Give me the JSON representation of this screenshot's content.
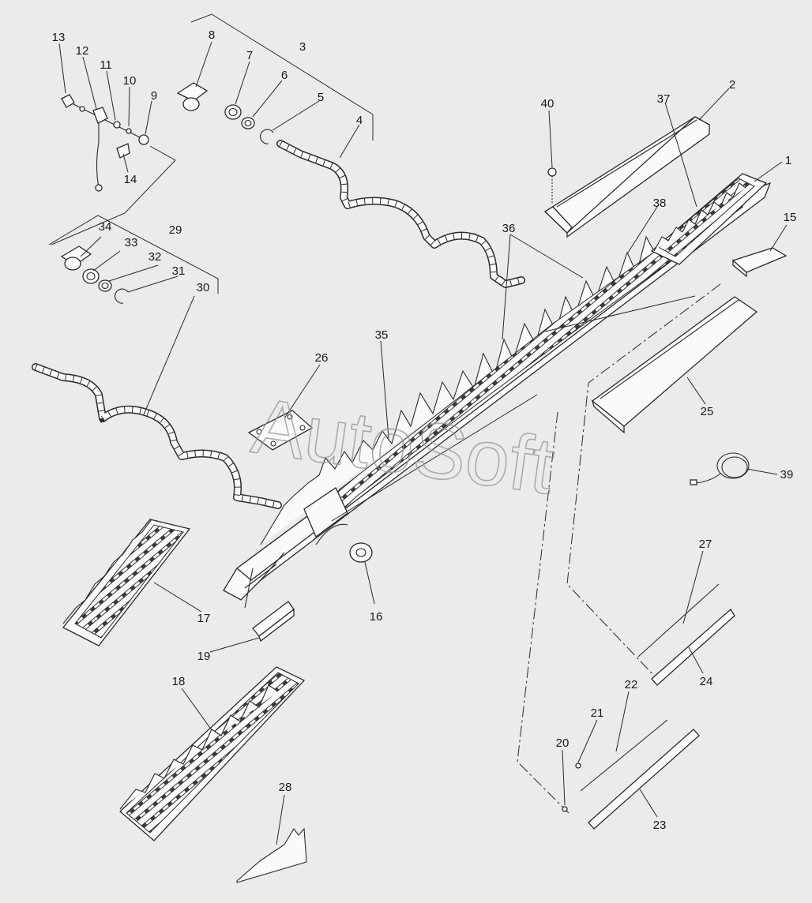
{
  "watermark": "AutoSoft",
  "callouts": [
    {
      "id": "1",
      "label": "1"
    },
    {
      "id": "2",
      "label": "2"
    },
    {
      "id": "3",
      "label": "3"
    },
    {
      "id": "4",
      "label": "4"
    },
    {
      "id": "5",
      "label": "5"
    },
    {
      "id": "6",
      "label": "6"
    },
    {
      "id": "7",
      "label": "7"
    },
    {
      "id": "8",
      "label": "8"
    },
    {
      "id": "9",
      "label": "9"
    },
    {
      "id": "10",
      "label": "10"
    },
    {
      "id": "11",
      "label": "11"
    },
    {
      "id": "12",
      "label": "12"
    },
    {
      "id": "13",
      "label": "13"
    },
    {
      "id": "14",
      "label": "14"
    },
    {
      "id": "15",
      "label": "15"
    },
    {
      "id": "16",
      "label": "16"
    },
    {
      "id": "17",
      "label": "17"
    },
    {
      "id": "18",
      "label": "18"
    },
    {
      "id": "19",
      "label": "19"
    },
    {
      "id": "20",
      "label": "20"
    },
    {
      "id": "21",
      "label": "21"
    },
    {
      "id": "22",
      "label": "22"
    },
    {
      "id": "23",
      "label": "23"
    },
    {
      "id": "24",
      "label": "24"
    },
    {
      "id": "25",
      "label": "25"
    },
    {
      "id": "26",
      "label": "26"
    },
    {
      "id": "27",
      "label": "27"
    },
    {
      "id": "28",
      "label": "28"
    },
    {
      "id": "29",
      "label": "29"
    },
    {
      "id": "30",
      "label": "30"
    },
    {
      "id": "31",
      "label": "31"
    },
    {
      "id": "32",
      "label": "32"
    },
    {
      "id": "33",
      "label": "33"
    },
    {
      "id": "34",
      "label": "34"
    },
    {
      "id": "35",
      "label": "35"
    },
    {
      "id": "36",
      "label": "36"
    },
    {
      "id": "37",
      "label": "37"
    },
    {
      "id": "38",
      "label": "38"
    },
    {
      "id": "39",
      "label": "39"
    },
    {
      "id": "40",
      "label": "40"
    }
  ]
}
